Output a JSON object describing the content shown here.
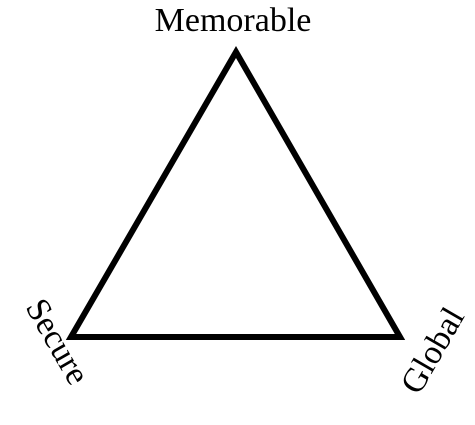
{
  "diagram": {
    "vertices": {
      "top": "Memorable",
      "left": "Secure",
      "right": "Global"
    }
  },
  "colors": {
    "stroke": "#000000",
    "text": "#000000",
    "background": "#ffffff"
  }
}
